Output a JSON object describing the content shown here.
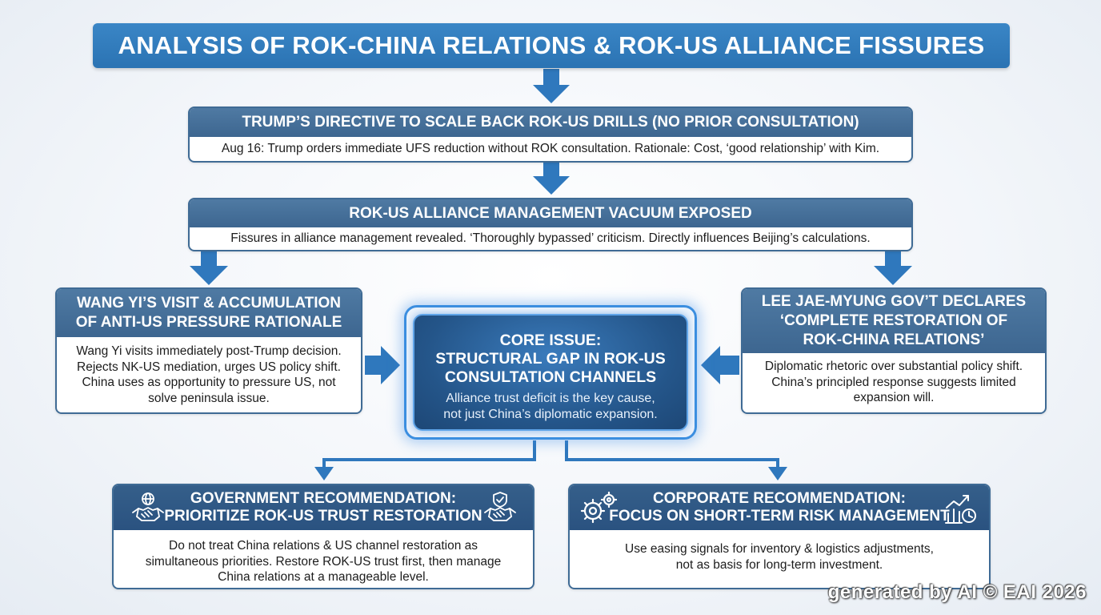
{
  "title": "ANALYSIS OF ROK-CHINA RELATIONS & ROK-US ALLIANCE FISSURES",
  "boxes": {
    "trump": {
      "title": "TRUMP’S DIRECTIVE TO SCALE BACK ROK-US DRILLS (NO PRIOR CONSULTATION)",
      "body": "Aug 16: Trump orders immediate UFS reduction without ROK consultation. Rationale: Cost, ‘good relationship’ with Kim."
    },
    "vacuum": {
      "title": "ROK-US ALLIANCE MANAGEMENT VACUUM EXPOSED",
      "body": "Fissures in alliance management revealed. ‘Thoroughly bypassed’ criticism. Directly influences Beijing’s calculations."
    },
    "wangyi": {
      "title": "WANG YI’S VISIT & ACCUMULATION\nOF ANTI-US PRESSURE RATIONALE",
      "body": "Wang Yi visits immediately post-Trump decision.\nRejects NK-US mediation, urges US policy shift.\nChina uses as opportunity to pressure US, not\nsolve peninsula issue."
    },
    "lee": {
      "title": "LEE JAE-MYUNG GOV’T DECLARES\n‘COMPLETE RESTORATION OF\nROK-CHINA RELATIONS’",
      "body": "Diplomatic rhetoric over substantial policy shift.\nChina’s principled response suggests limited\nexpansion will."
    },
    "core": {
      "title": "CORE ISSUE:\nSTRUCTURAL GAP IN ROK-US\nCONSULTATION CHANNELS",
      "body": "Alliance trust deficit is the key cause,\nnot just China’s diplomatic expansion."
    },
    "gov": {
      "title": "GOVERNMENT RECOMMENDATION:\nPRIORITIZE ROK-US TRUST RESTORATION",
      "body": "Do not treat China relations & US channel restoration as\nsimultaneous priorities. Restore ROK-US trust first, then manage\nChina relations at a manageable level."
    },
    "corp": {
      "title": "CORPORATE RECOMMENDATION:\nFOCUS ON SHORT-TERM RISK MANAGEMENT",
      "body": "Use easing signals for inventory & logistics adjustments,\nnot as basis for long-term investment."
    }
  },
  "icons": {
    "gov_left": "globe-handshake-icon",
    "gov_right": "shield-handshake-icon",
    "corp_left": "gears-icon",
    "corp_right": "growth-chart-clock-icon"
  },
  "colors": {
    "title_bg": "#2f7bbd",
    "header_bg": "#3f6b95",
    "core_bg": "#245589",
    "arrow": "#2f78bd"
  },
  "watermark": "generated by AI © EAI 2026"
}
